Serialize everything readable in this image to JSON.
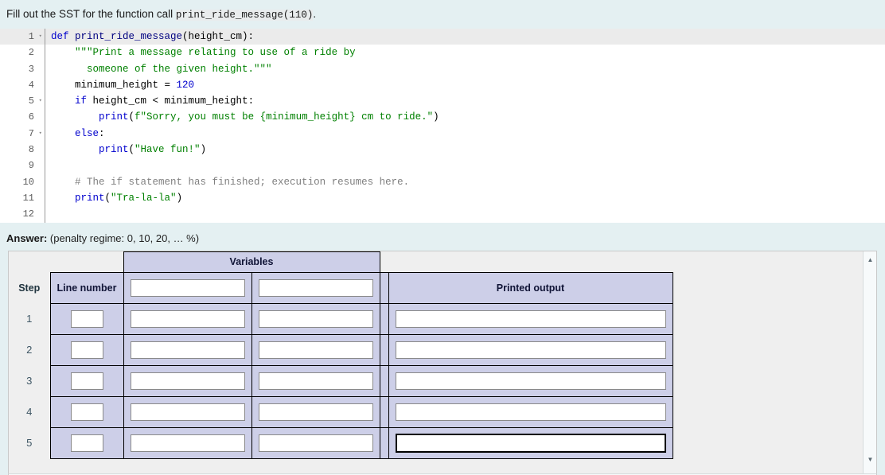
{
  "prompt": {
    "text_before": "Fill out the SST for the function call ",
    "code": "print_ride_message(110)",
    "text_after": "."
  },
  "code_block": {
    "language": "python",
    "highlighted_line": 1,
    "lines": [
      {
        "n": "1",
        "fold": "▾",
        "tokens": [
          {
            "t": "def ",
            "c": "kw"
          },
          {
            "t": "print_ride_message",
            "c": "fn"
          },
          {
            "t": "(height_cm):",
            "c": ""
          }
        ]
      },
      {
        "n": "2",
        "fold": "",
        "tokens": [
          {
            "t": "    ",
            "c": ""
          },
          {
            "t": "\"\"\"Print a message relating to use of a ride by",
            "c": "str"
          }
        ]
      },
      {
        "n": "3",
        "fold": "",
        "tokens": [
          {
            "t": "      ",
            "c": ""
          },
          {
            "t": "someone of the given height.\"\"\"",
            "c": "str"
          }
        ]
      },
      {
        "n": "4",
        "fold": "",
        "tokens": [
          {
            "t": "    minimum_height = ",
            "c": ""
          },
          {
            "t": "120",
            "c": "num"
          }
        ]
      },
      {
        "n": "5",
        "fold": "▾",
        "tokens": [
          {
            "t": "    ",
            "c": ""
          },
          {
            "t": "if",
            "c": "kw"
          },
          {
            "t": " height_cm < minimum_height:",
            "c": ""
          }
        ]
      },
      {
        "n": "6",
        "fold": "",
        "tokens": [
          {
            "t": "        ",
            "c": ""
          },
          {
            "t": "print",
            "c": "bi"
          },
          {
            "t": "(",
            "c": ""
          },
          {
            "t": "f\"Sorry, you must be {minimum_height} cm to ride.\"",
            "c": "str"
          },
          {
            "t": ")",
            "c": ""
          }
        ]
      },
      {
        "n": "7",
        "fold": "▾",
        "tokens": [
          {
            "t": "    ",
            "c": ""
          },
          {
            "t": "else",
            "c": "kw"
          },
          {
            "t": ":",
            "c": ""
          }
        ]
      },
      {
        "n": "8",
        "fold": "",
        "tokens": [
          {
            "t": "        ",
            "c": ""
          },
          {
            "t": "print",
            "c": "bi"
          },
          {
            "t": "(",
            "c": ""
          },
          {
            "t": "\"Have fun!\"",
            "c": "str"
          },
          {
            "t": ")",
            "c": ""
          }
        ]
      },
      {
        "n": "9",
        "fold": "",
        "tokens": [
          {
            "t": "",
            "c": ""
          }
        ]
      },
      {
        "n": "10",
        "fold": "",
        "tokens": [
          {
            "t": "    ",
            "c": ""
          },
          {
            "t": "# The if statement has finished; execution resumes here.",
            "c": "cmt"
          }
        ]
      },
      {
        "n": "11",
        "fold": "",
        "tokens": [
          {
            "t": "    ",
            "c": ""
          },
          {
            "t": "print",
            "c": "bi"
          },
          {
            "t": "(",
            "c": ""
          },
          {
            "t": "\"Tra-la-la\"",
            "c": "str"
          },
          {
            "t": ")",
            "c": ""
          }
        ]
      },
      {
        "n": "12",
        "fold": "",
        "tokens": [
          {
            "t": "",
            "c": ""
          }
        ]
      }
    ]
  },
  "answer": {
    "label": "Answer:",
    "penalty": "(penalty regime: 0, 10, 20, … %)"
  },
  "table": {
    "group_header": "Variables",
    "col_step": "Step",
    "col_line_number": "Line number",
    "col_printed_output": "Printed output",
    "header_var1_value": "",
    "header_var2_value": "",
    "rows": [
      {
        "step": "1",
        "line": "",
        "var1": "",
        "var2": "",
        "output": "",
        "focused": false
      },
      {
        "step": "2",
        "line": "",
        "var1": "",
        "var2": "",
        "output": "",
        "focused": false
      },
      {
        "step": "3",
        "line": "",
        "var1": "",
        "var2": "",
        "output": "",
        "focused": false
      },
      {
        "step": "4",
        "line": "",
        "var1": "",
        "var2": "",
        "output": "",
        "focused": false
      },
      {
        "step": "5",
        "line": "",
        "var1": "",
        "var2": "",
        "output": "",
        "focused": true
      }
    ]
  },
  "scrollbars": {
    "up_arrow": "▲",
    "down_arrow": "▼",
    "left_arrow": "◀",
    "right_arrow": "▶",
    "resize_handle": "╱╱"
  },
  "colors": {
    "page_background": "#e4f0f2",
    "code_background": "#ffffff",
    "code_highlight": "#ebebeb",
    "panel_background": "#efefef",
    "table_cell": "#cdcfe8",
    "table_border": "#000000"
  }
}
